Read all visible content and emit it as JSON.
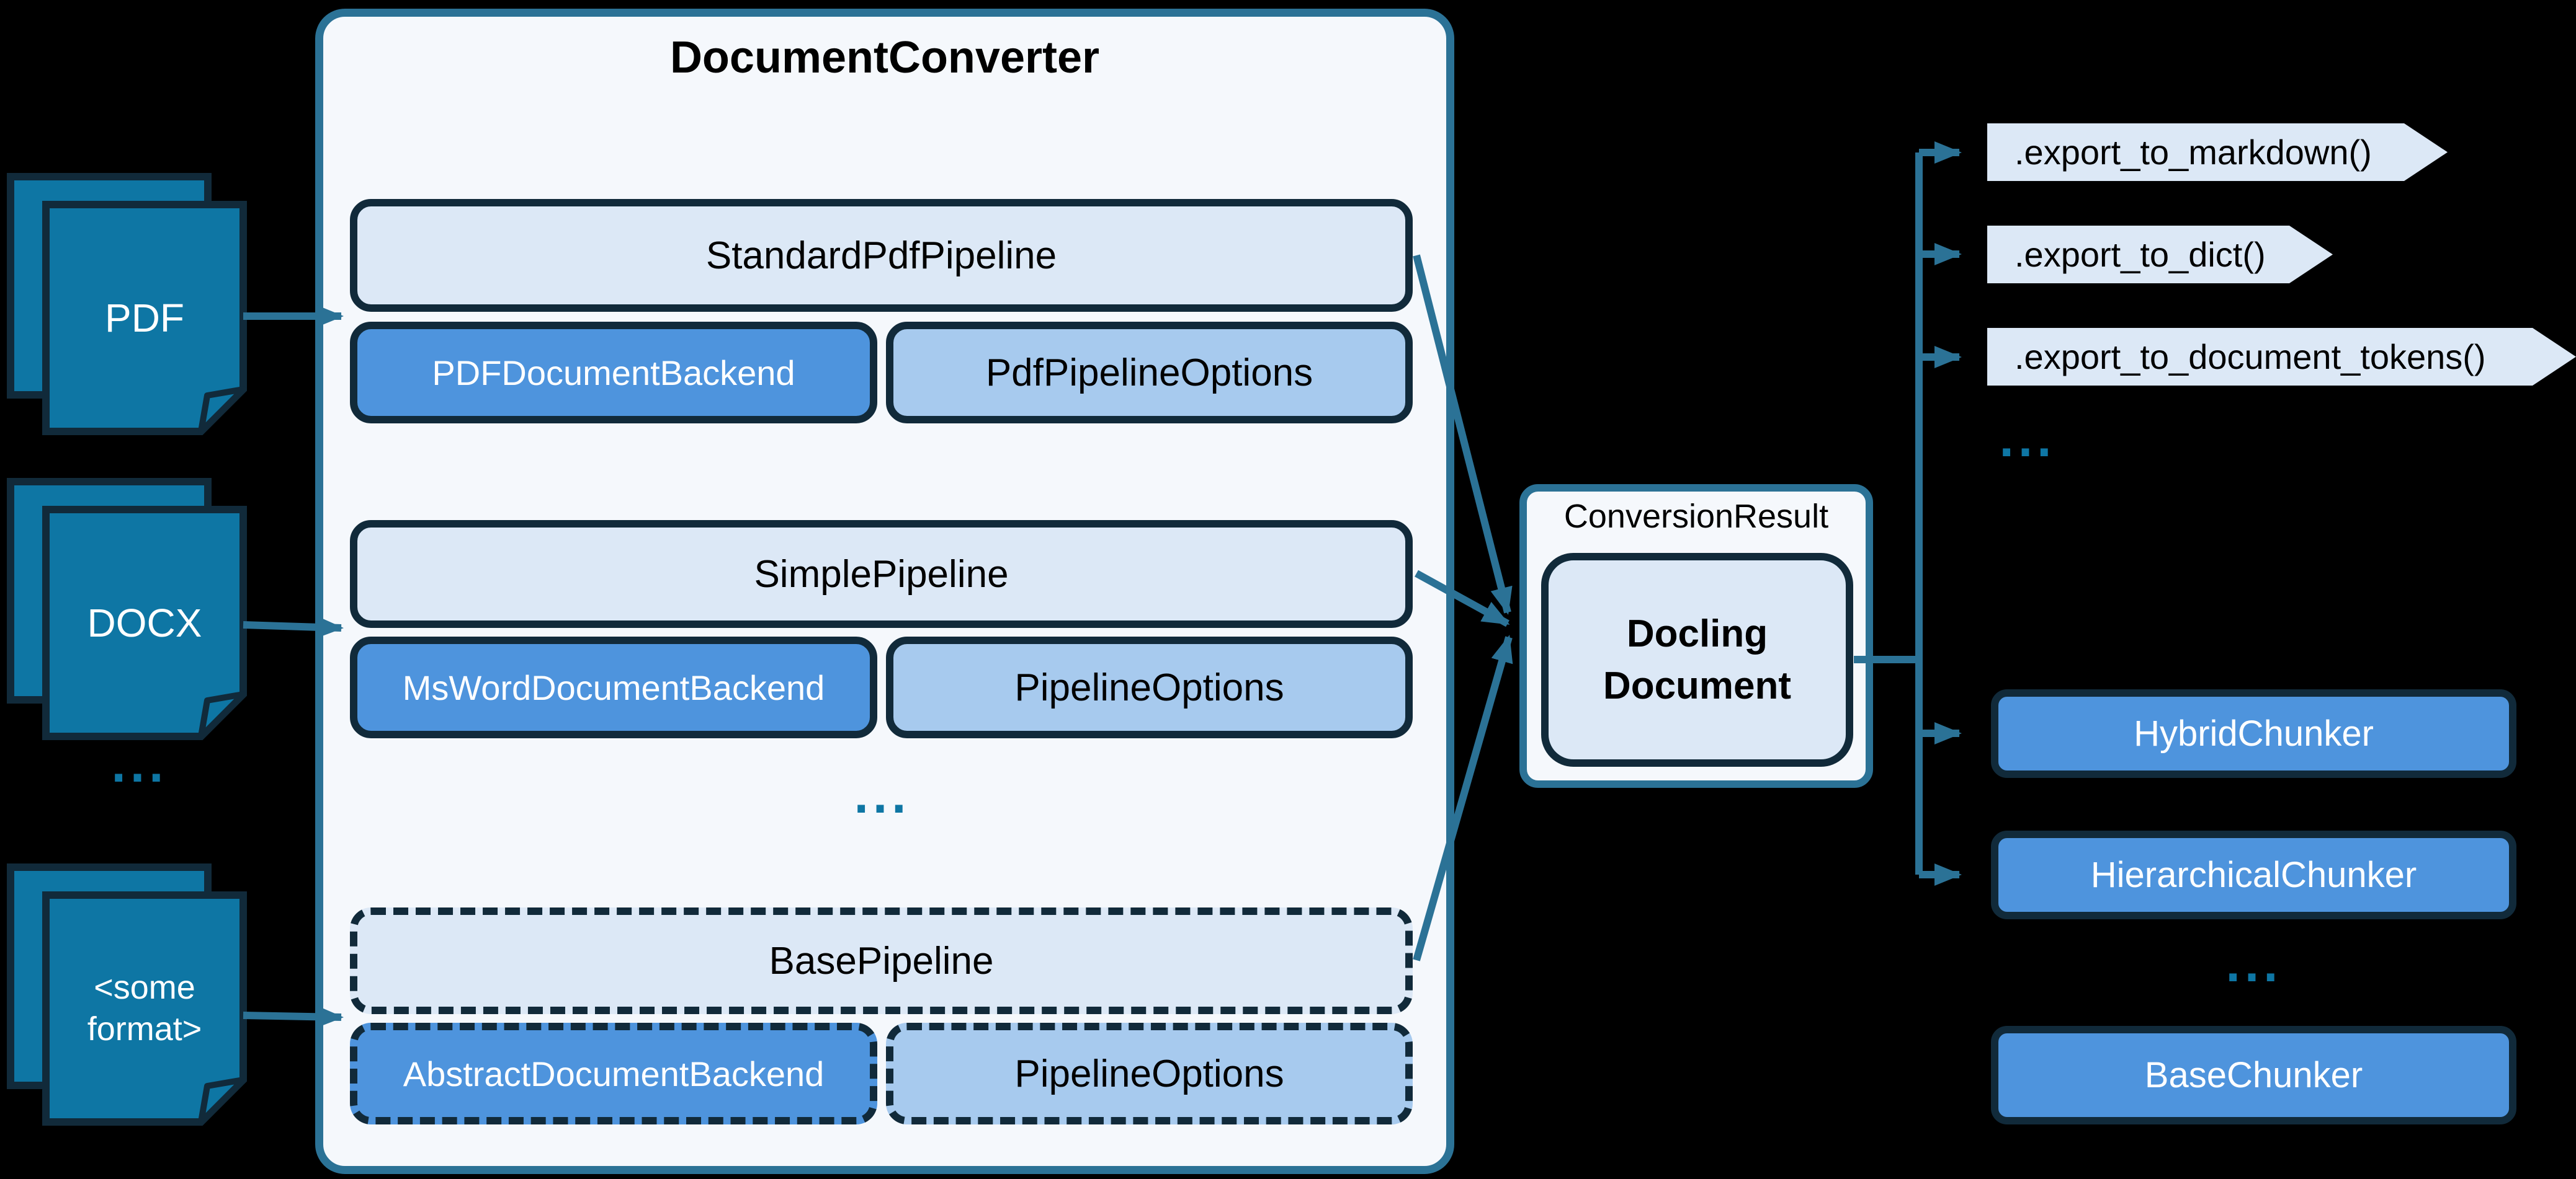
{
  "title": "DocumentConverter",
  "inputs": [
    {
      "label": "PDF"
    },
    {
      "label": "DOCX"
    },
    {
      "label": "<some format>"
    }
  ],
  "input_ellipsis": "...",
  "pipelines": [
    {
      "pipeline": "StandardPdfPipeline",
      "backend": "PDFDocumentBackend",
      "options": "PdfPipelineOptions"
    },
    {
      "pipeline": "SimplePipeline",
      "backend": "MsWordDocumentBackend",
      "options": "PipelineOptions"
    },
    {
      "pipeline": "BasePipeline",
      "backend": "AbstractDocumentBackend",
      "options": "PipelineOptions"
    }
  ],
  "converter_ellipsis": "...",
  "result": {
    "label": "ConversionResult",
    "doc_line1": "Docling",
    "doc_line2": "Document"
  },
  "exports": [
    {
      "label": ".export_to_markdown()"
    },
    {
      "label": ".export_to_dict()"
    },
    {
      "label": ".export_to_document_tokens()"
    }
  ],
  "exports_ellipsis": "...",
  "chunkers": [
    {
      "label": "HybridChunker"
    },
    {
      "label": "HierarchicalChunker"
    }
  ],
  "chunkers_ellipsis": "...",
  "base_chunker": "BaseChunker",
  "colors": {
    "background": "#000000",
    "document_teal": "#0E76A4",
    "navy_border": "#112A3A",
    "teal_line": "#2B7296",
    "light_blue_fill": "#DCE8F6",
    "container_fill": "#F5F8FC",
    "medium_blue_fill": "#4E94DD",
    "options_blue_fill": "#A7CAEE"
  }
}
